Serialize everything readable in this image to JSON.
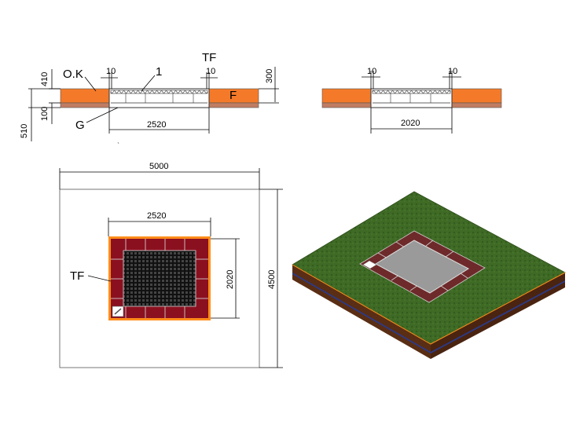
{
  "labels": {
    "ok": "O.K",
    "one": "1",
    "tf_top": "TF",
    "f": "F",
    "g": "G",
    "tf_plan": "TF"
  },
  "dimensions": {
    "side_ten_left": "10",
    "side_ten_right": "10",
    "side_410": "410",
    "side_100": "100",
    "side_510": "510",
    "side_300": "300",
    "side_width": "2520",
    "front_ten_left": "10",
    "front_ten_right": "10",
    "front_width": "2020",
    "plan_overall_width": "5000",
    "plan_overall_height": "4500",
    "plan_inner_width": "2520",
    "plan_inner_height": "2020"
  },
  "colors": {
    "fill_orange": "#f47a2a",
    "base_brown": "#c07d62",
    "frame_red": "#8a1020",
    "grass": "#3e6a25",
    "outline_orange": "#ff8c1a"
  }
}
